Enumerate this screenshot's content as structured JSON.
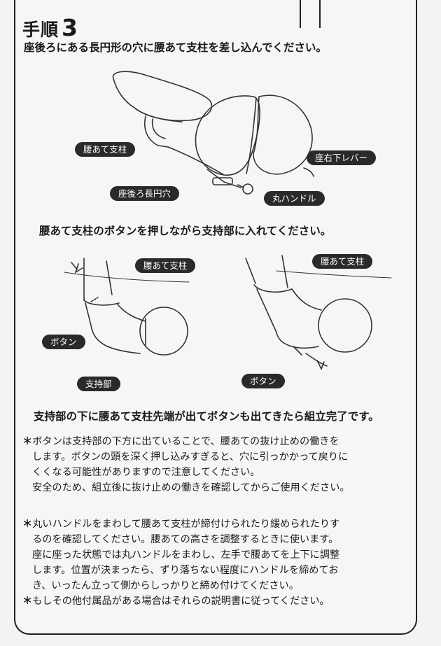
{
  "step": {
    "label": "手順",
    "number": "3"
  },
  "instruction1": "座後ろにある長円形の穴に腰あて支柱を差し込んでください。",
  "diagram1": {
    "labels": {
      "support_post": "腰あて支柱",
      "right_lever": "座右下レバー",
      "rear_oval_hole": "座後ろ長円穴",
      "round_handle": "丸ハンドル"
    }
  },
  "instruction2": "腰あて支柱のボタンを押しながら支持部に入れてください。",
  "diagram2": {
    "left": {
      "support_post": "腰あて支柱",
      "button": "ボタン",
      "support_part": "支持部"
    },
    "right": {
      "support_post": "腰あて支柱",
      "button": "ボタン"
    }
  },
  "instruction3": "支持部の下に腰あて支柱先端が出てボタンも出てきたら組立完了です。",
  "notes": [
    {
      "marker": "＊",
      "lines": [
        "ボタンは支持部の下方に出ていることで、腰あての抜け止めの働きを",
        "します。ボタンの頭を深く押し込みすぎると、穴に引っかかって戻りに",
        "くくなる可能性がありますので注意してください。",
        "安全のため、組立後に抜け止めの働きを確認してからご使用ください。"
      ]
    },
    {
      "marker": "＊",
      "lines": [
        "丸いハンドルをまわして腰あて支柱が締付けられたり緩められたりす",
        "るのを確認してください。腰あての高さを調整するときに使います。",
        "座に座った状態では丸ハンドルをまわし、左手で腰あてを上下に調整",
        "します。位置が決まったら、ずり落ちない程度にハンドルを締めてお",
        "き、いったん立って側からしっかりと締め付けてください。"
      ]
    },
    {
      "marker": "＊",
      "lines": [
        "もしその他付属品がある場合はそれらの説明書に従ってください。"
      ]
    }
  ]
}
